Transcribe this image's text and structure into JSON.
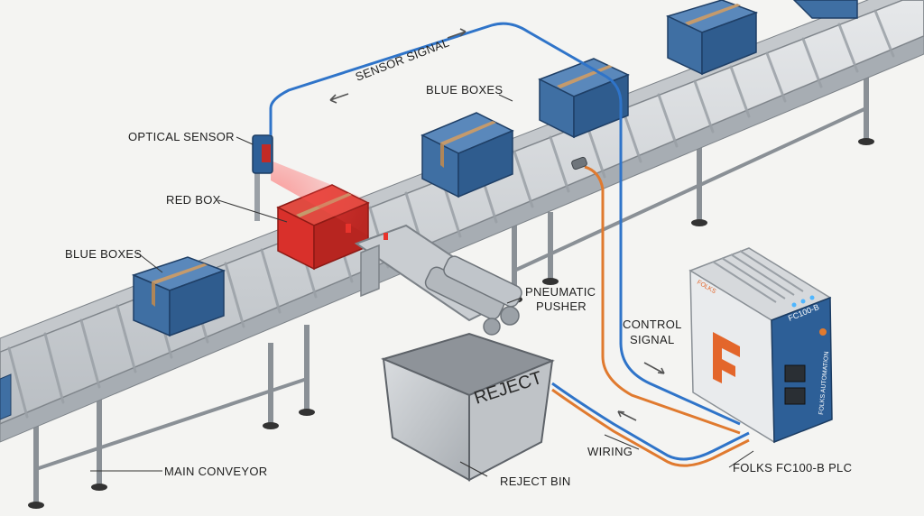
{
  "labels": {
    "sensor_signal": "SENSOR SIGNAL",
    "blue_boxes_top": "BLUE BOXES",
    "optical_sensor": "OPTICAL SENSOR",
    "red_box": "RED BOX",
    "blue_boxes_left": "BLUE BOXES",
    "pneumatic_pusher_1": "PNEUMATIC",
    "pneumatic_pusher_2": "PUSHER",
    "control_signal_1": "CONTROL",
    "control_signal_2": "SIGNAL",
    "reject_text": "REJECT",
    "wiring": "WIRING",
    "main_conveyor": "MAIN CONVEYOR",
    "reject_bin": "REJECT BIN",
    "plc": "FOLKS FC100-B PLC"
  },
  "plc_device": {
    "brand": "FOLKS",
    "model": "FC100-B",
    "side_brand": "FOLKS AUTOMATION"
  },
  "colors": {
    "blue_box": "#3f6fa3",
    "red_box": "#d9302b",
    "sensor_signal_wire": "#2f74c9",
    "wiring": "#e07a2f",
    "plc_accent": "#2d5f97",
    "logo_orange": "#e3662b"
  }
}
